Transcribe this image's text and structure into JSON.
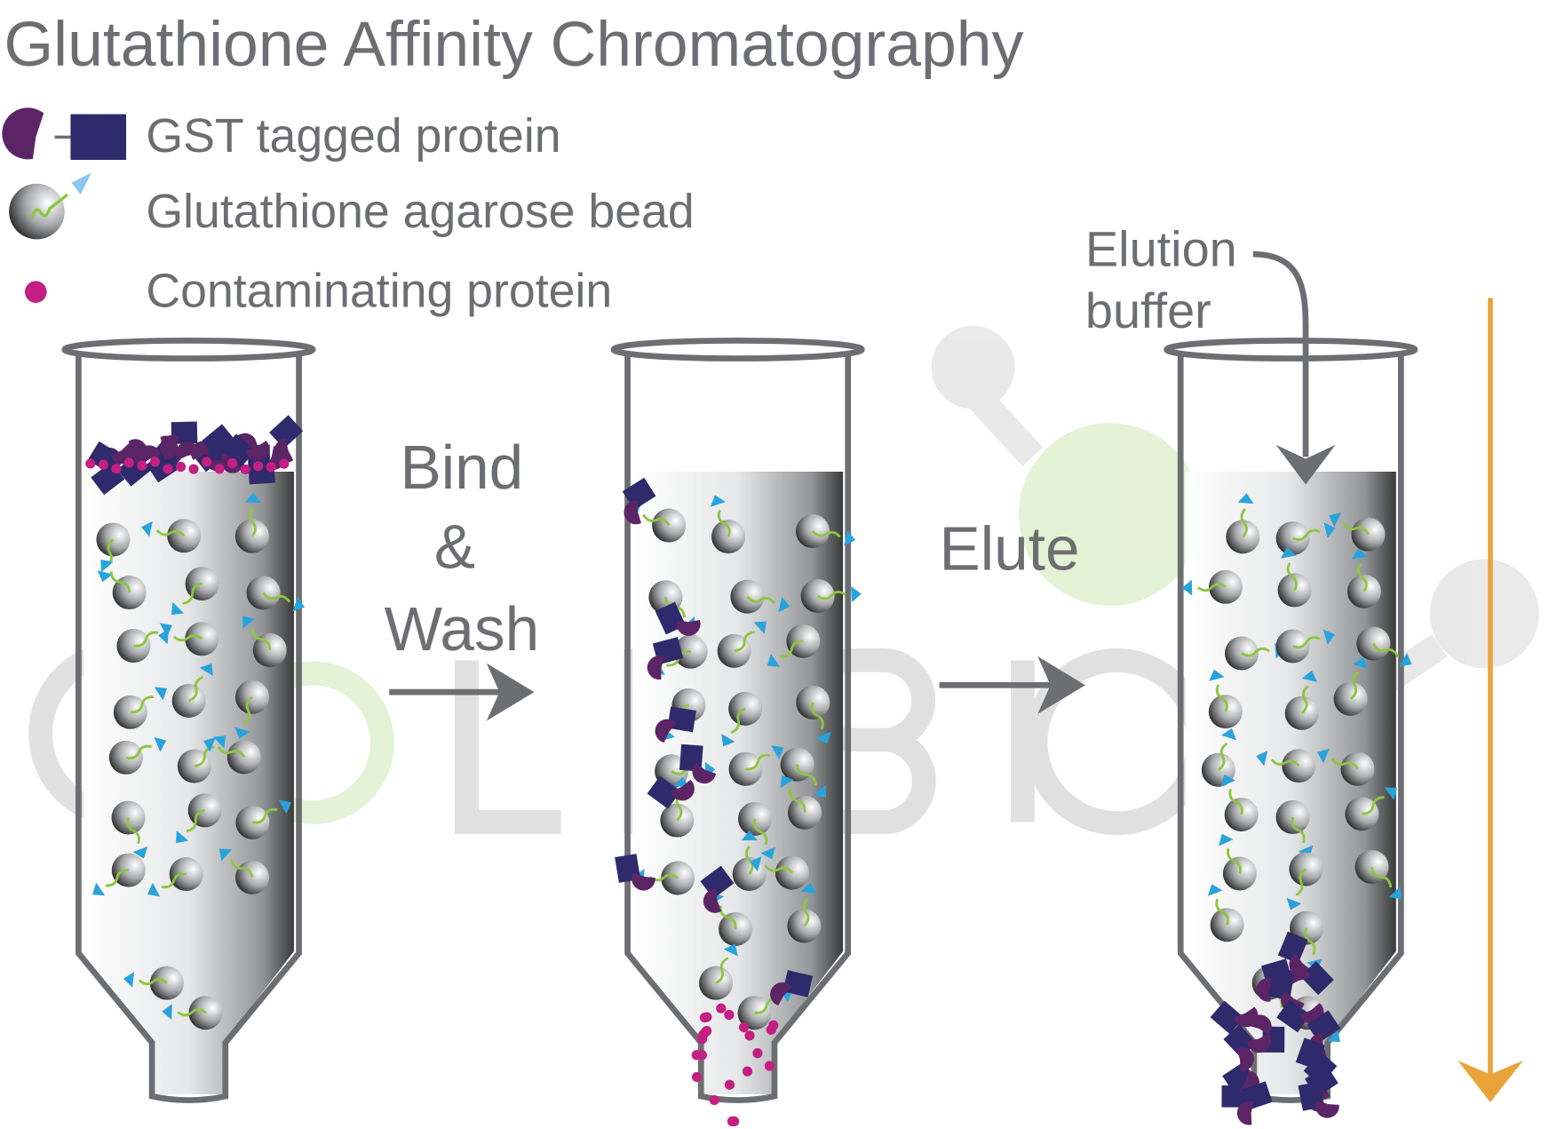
{
  "title": "Glutathione Affinity Chromatography",
  "legend": [
    {
      "label": "GST tagged protein",
      "icon": "gst-tagged-protein-icon"
    },
    {
      "label": "Glutathione agarose bead",
      "icon": "glutathione-bead-icon"
    },
    {
      "label": "Contaminating protein",
      "icon": "contaminating-protein-dot-icon"
    }
  ],
  "steps": {
    "bind_line1": "Bind",
    "bind_line2": "&",
    "bind_line3": "Wash",
    "elute": "Elute",
    "elution_line1": "Elution",
    "elution_line2": "buffer"
  },
  "watermark": {
    "text": "GOLDBIO",
    "registered": "®"
  },
  "colors": {
    "text": "#6d6e71",
    "gst_domain": "#5b2565",
    "tag": "#2e2a6b",
    "contaminant": "#c41f83",
    "ligand_arrow": "#29a3dc",
    "linker": "#8dc63f",
    "flow_arrow": "#e8a33a",
    "tube": "#6d6e71"
  }
}
